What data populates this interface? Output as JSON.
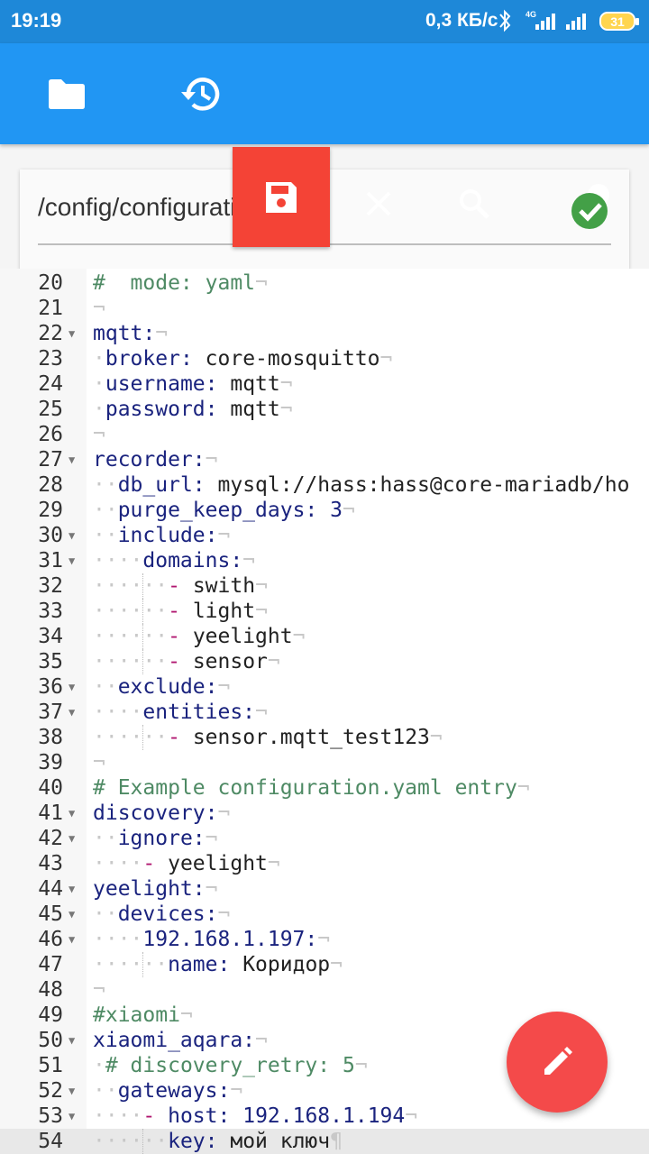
{
  "status": {
    "time": "19:19",
    "rate": "0,3 КБ/с",
    "network_tag": "4G",
    "battery": "31"
  },
  "toolbar": {
    "folder_icon": "folder-icon",
    "history_icon": "history-icon"
  },
  "file": {
    "path": "/config/configuration.yaml",
    "save_icon": "save-icon",
    "close_icon": "close-icon",
    "search_icon": "search-icon",
    "check_icon": "check-settings-icon"
  },
  "fab_icon": "pencil-icon",
  "colors": {
    "statusbar": "#1e88d8",
    "toolbar": "#2196f3",
    "save": "#f44336",
    "fab": "#f44a4a",
    "check": "#43a047"
  },
  "editor": {
    "lines": [
      {
        "n": "20",
        "indent": "",
        "text": "#  mode: yaml",
        "type": "comment"
      },
      {
        "n": "21",
        "indent": "",
        "text": "",
        "type": "blank"
      },
      {
        "n": "22",
        "indent": "",
        "key": "mqtt:",
        "value": "",
        "fold": true
      },
      {
        "n": "23",
        "indent": " ",
        "key": "broker:",
        "value": "core-mosquitto"
      },
      {
        "n": "24",
        "indent": " ",
        "key": "username:",
        "value": "mqtt"
      },
      {
        "n": "25",
        "indent": " ",
        "key": "password:",
        "value": "mqtt"
      },
      {
        "n": "26",
        "indent": "",
        "text": "",
        "type": "blank"
      },
      {
        "n": "27",
        "indent": "",
        "key": "recorder:",
        "value": "",
        "fold": true
      },
      {
        "n": "28",
        "indent": "  ",
        "key": "db_url:",
        "value": "mysql://hass:hass@core-mariadb/ho"
      },
      {
        "n": "29",
        "indent": "  ",
        "key": "purge_keep_days:",
        "value": "3",
        "num": true
      },
      {
        "n": "30",
        "indent": "  ",
        "key": "include:",
        "value": "",
        "fold": true
      },
      {
        "n": "31",
        "indent": "    ",
        "key": "domains:",
        "value": "",
        "fold": true
      },
      {
        "n": "32",
        "indent": "      ",
        "dash": true,
        "value": "swith",
        "guides": [
          158
        ]
      },
      {
        "n": "33",
        "indent": "      ",
        "dash": true,
        "value": "light",
        "guides": [
          158
        ]
      },
      {
        "n": "34",
        "indent": "      ",
        "dash": true,
        "value": "yeelight",
        "guides": [
          158
        ]
      },
      {
        "n": "35",
        "indent": "      ",
        "dash": true,
        "value": "sensor",
        "guides": [
          158
        ]
      },
      {
        "n": "36",
        "indent": "  ",
        "key": "exclude:",
        "value": "",
        "fold": true
      },
      {
        "n": "37",
        "indent": "    ",
        "key": "entities:",
        "value": "",
        "fold": true
      },
      {
        "n": "38",
        "indent": "      ",
        "dash": true,
        "value": "sensor.mqtt_test123",
        "guides": [
          158
        ]
      },
      {
        "n": "39",
        "indent": "",
        "text": "",
        "type": "blank"
      },
      {
        "n": "40",
        "indent": "",
        "text": "# Example configuration.yaml entry",
        "type": "comment"
      },
      {
        "n": "41",
        "indent": "",
        "key": "discovery:",
        "value": "",
        "fold": true
      },
      {
        "n": "42",
        "indent": "  ",
        "key": "ignore:",
        "value": "",
        "fold": true
      },
      {
        "n": "43",
        "indent": "    ",
        "dash": true,
        "value": "yeelight"
      },
      {
        "n": "44",
        "indent": "",
        "key": "yeelight:",
        "value": "",
        "fold": true
      },
      {
        "n": "45",
        "indent": "  ",
        "key": "devices:",
        "value": "",
        "fold": true
      },
      {
        "n": "46",
        "indent": "    ",
        "key": "192.168.1.197:",
        "value": "",
        "fold": true
      },
      {
        "n": "47",
        "indent": "      ",
        "key": "name:",
        "value": "Коридор",
        "guides": [
          158
        ]
      },
      {
        "n": "48",
        "indent": "",
        "text": "",
        "type": "blank"
      },
      {
        "n": "49",
        "indent": "",
        "text": "#xiaomi",
        "type": "comment"
      },
      {
        "n": "50",
        "indent": "",
        "key": "xiaomi_aqara:",
        "value": "",
        "fold": true
      },
      {
        "n": "51",
        "indent": " ",
        "text": "# discovery_retry: 5",
        "type": "comment"
      },
      {
        "n": "52",
        "indent": "  ",
        "key": "gateways:",
        "value": "",
        "fold": true
      },
      {
        "n": "53",
        "indent": "    ",
        "dash": true,
        "key": "host:",
        "value": "192.168.1.194",
        "num": true,
        "fold": true
      },
      {
        "n": "54",
        "indent": "      ",
        "key": "key:",
        "value": "мой ключ",
        "active": true,
        "pilcrow": true,
        "guides": [
          158
        ]
      }
    ]
  }
}
